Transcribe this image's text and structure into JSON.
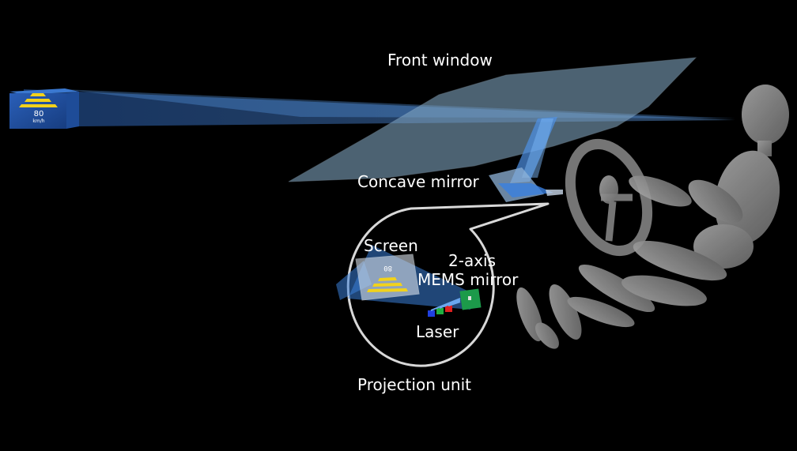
{
  "labels": {
    "front_window": "Front window",
    "concave_mirror": "Concave mirror",
    "screen": "Screen",
    "mems_line1": "2-axis",
    "mems_line2": "MEMS mirror",
    "laser": "Laser",
    "projection_unit": "Projection unit"
  },
  "virtual_image": {
    "speed": "80",
    "unit": "km/h"
  },
  "colors": {
    "background": "#000000",
    "beam": "#3a7fd8",
    "window": "#6f95b0",
    "hud_stripes": "#f2d21b",
    "mems_chip": "#1c9a4a",
    "laser_red": "#e02020",
    "laser_green": "#20b040",
    "laser_blue": "#2040e0",
    "mannequin": "#8a8a8a"
  }
}
